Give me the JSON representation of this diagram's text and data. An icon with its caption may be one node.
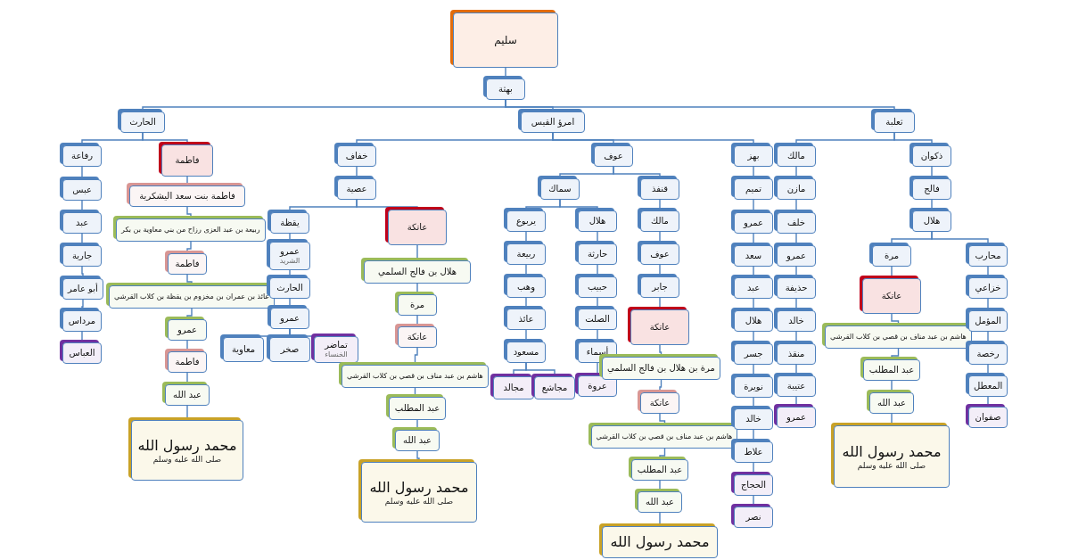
{
  "diagram": {
    "nodes": [
      {
        "text": [
          "سليم"
        ]
      },
      {
        "text": [
          "بهثة"
        ]
      },
      {
        "text": [
          "الحارث"
        ]
      },
      {
        "text": [
          "امرؤ القيس"
        ]
      },
      {
        "text": [
          "ثعلبة"
        ]
      },
      {
        "text": [
          "رفاعة"
        ]
      },
      {
        "text": [
          "عبس"
        ]
      },
      {
        "text": [
          "عبد"
        ]
      },
      {
        "text": [
          "جارية"
        ]
      },
      {
        "text": [
          "أبو عامر"
        ]
      },
      {
        "text": [
          "مرداس"
        ]
      },
      {
        "text": [
          "العباس"
        ]
      },
      {
        "text": [
          "فاطمة"
        ]
      },
      {
        "text": [
          "فاطمة بنت سعد اليشكرية"
        ]
      },
      {
        "text": [
          "ربيعة بن عبد العزى رزاح من بني معاوية بن بكر"
        ]
      },
      {
        "text": [
          "فاطمة"
        ]
      },
      {
        "text": [
          "عائذ بن عمران بن مخزوم بن يقظة بن كلاب القرشي"
        ]
      },
      {
        "text": [
          "عمرو"
        ]
      },
      {
        "text": [
          "فاطمة"
        ]
      },
      {
        "text": [
          "عبد الله"
        ]
      },
      {
        "text": [
          "محمد رسول الله",
          "صلى الله عليه وسلم"
        ]
      },
      {
        "text": [
          "خفاف"
        ]
      },
      {
        "text": [
          "عصية"
        ]
      },
      {
        "text": [
          "يقظة"
        ]
      },
      {
        "text": [
          "عمرو",
          "الشريد"
        ]
      },
      {
        "text": [
          "الحارث"
        ]
      },
      {
        "text": [
          "عمرو"
        ]
      },
      {
        "text": [
          "معاوية"
        ]
      },
      {
        "text": [
          "صخر"
        ]
      },
      {
        "text": [
          "تماضر",
          "الخنساء"
        ]
      },
      {
        "text": [
          "عاتكة"
        ]
      },
      {
        "text": [
          "هلال بن فالج السلمي"
        ]
      },
      {
        "text": [
          "مرة"
        ]
      },
      {
        "text": [
          "عاتكة"
        ]
      },
      {
        "text": [
          "هاشم بن عبد مناف بن قصي بن كلاب القرشي"
        ]
      },
      {
        "text": [
          "عبد المطلب"
        ]
      },
      {
        "text": [
          "عبد الله"
        ]
      },
      {
        "text": [
          "محمد رسول الله",
          "صلى الله عليه وسلم"
        ]
      },
      {
        "text": [
          "عوف"
        ]
      },
      {
        "text": [
          "سماك"
        ]
      },
      {
        "text": [
          "يربوع"
        ]
      },
      {
        "text": [
          "ربيعة"
        ]
      },
      {
        "text": [
          "وهب"
        ]
      },
      {
        "text": [
          "عائذ"
        ]
      },
      {
        "text": [
          "مسعود"
        ]
      },
      {
        "text": [
          "مجالد"
        ]
      },
      {
        "text": [
          "مجاشع"
        ]
      },
      {
        "text": [
          "هلال"
        ]
      },
      {
        "text": [
          "حارثة"
        ]
      },
      {
        "text": [
          "حبيب"
        ]
      },
      {
        "text": [
          "الصلت"
        ]
      },
      {
        "text": [
          "أسماء"
        ]
      },
      {
        "text": [
          "عروة"
        ]
      },
      {
        "text": [
          "قنفذ"
        ]
      },
      {
        "text": [
          "مالك"
        ]
      },
      {
        "text": [
          "عوف"
        ]
      },
      {
        "text": [
          "جابر"
        ]
      },
      {
        "text": [
          "عاتكة"
        ]
      },
      {
        "text": [
          "مرة بن هلال بن فالج السلمي"
        ]
      },
      {
        "text": [
          "عاتكة"
        ]
      },
      {
        "text": [
          "هاشم بن عبد مناف بن قصي بن كلاب القرشي"
        ]
      },
      {
        "text": [
          "عبد المطلب"
        ]
      },
      {
        "text": [
          "عبد الله"
        ]
      },
      {
        "text": [
          "محمد رسول الله"
        ]
      },
      {
        "text": [
          "بهز"
        ]
      },
      {
        "text": [
          "تميم"
        ]
      },
      {
        "text": [
          "عمرو"
        ]
      },
      {
        "text": [
          "سعد"
        ]
      },
      {
        "text": [
          "عبد"
        ]
      },
      {
        "text": [
          "هلال"
        ]
      },
      {
        "text": [
          "جسر"
        ]
      },
      {
        "text": [
          "نويرة"
        ]
      },
      {
        "text": [
          "خالد"
        ]
      },
      {
        "text": [
          "علاط"
        ]
      },
      {
        "text": [
          "الحجاج"
        ]
      },
      {
        "text": [
          "نصر"
        ]
      },
      {
        "text": [
          "مالك"
        ]
      },
      {
        "text": [
          "مازن"
        ]
      },
      {
        "text": [
          "خلف"
        ]
      },
      {
        "text": [
          "عمرو"
        ]
      },
      {
        "text": [
          "حذيفة"
        ]
      },
      {
        "text": [
          "خالد"
        ]
      },
      {
        "text": [
          "منقذ"
        ]
      },
      {
        "text": [
          "عتيبة"
        ]
      },
      {
        "text": [
          "عمرو"
        ]
      },
      {
        "text": [
          "ذكوان"
        ]
      },
      {
        "text": [
          "فالج"
        ]
      },
      {
        "text": [
          "هلال"
        ]
      },
      {
        "text": [
          "مرة"
        ]
      },
      {
        "text": [
          "عاتكة"
        ]
      },
      {
        "text": [
          "هاشم بن عبد مناف بن قصي بن كلاب القرشي"
        ]
      },
      {
        "text": [
          "عبد المطلب"
        ]
      },
      {
        "text": [
          "عبد الله"
        ]
      },
      {
        "text": [
          "محمد رسول الله",
          "صلى الله عليه وسلم"
        ]
      },
      {
        "text": [
          "محارب"
        ]
      },
      {
        "text": [
          "خزاعي"
        ]
      },
      {
        "text": [
          "المؤمل"
        ]
      },
      {
        "text": [
          "رخصة"
        ]
      },
      {
        "text": [
          "المعطل"
        ]
      },
      {
        "text": [
          "صفوان"
        ]
      }
    ],
    "edges": [
      {
        "from": 0,
        "to": 1,
        "arrow": "none"
      },
      {
        "from": 1,
        "to": 2,
        "arrow": "none"
      },
      {
        "from": 1,
        "to": 3,
        "arrow": "none"
      },
      {
        "from": 1,
        "to": 4,
        "arrow": "none"
      },
      {
        "from": 2,
        "to": 5,
        "arrow": "none"
      },
      {
        "from": 5,
        "to": 6,
        "arrow": "none"
      },
      {
        "from": 6,
        "to": 7,
        "arrow": "none"
      },
      {
        "from": 7,
        "to": 8,
        "arrow": "none"
      },
      {
        "from": 8,
        "to": 9,
        "arrow": "none"
      },
      {
        "from": 9,
        "to": 10,
        "arrow": "none"
      },
      {
        "from": 10,
        "to": 11,
        "arrow": "none"
      },
      {
        "from": 2,
        "to": 12,
        "arrow": "none"
      },
      {
        "from": 12,
        "to": 13,
        "arrow": "none"
      },
      {
        "from": 13,
        "to": 14,
        "arrow": "none"
      },
      {
        "from": 14,
        "to": 15,
        "arrow": "none"
      },
      {
        "from": 15,
        "to": 16,
        "arrow": "none"
      },
      {
        "from": 16,
        "to": 17,
        "arrow": "none"
      },
      {
        "from": 17,
        "to": 18,
        "arrow": "none"
      },
      {
        "from": 18,
        "to": 19,
        "arrow": "none"
      },
      {
        "from": 19,
        "to": 20,
        "arrow": "none"
      },
      {
        "from": 3,
        "to": 21,
        "arrow": "none"
      },
      {
        "from": 21,
        "to": 22,
        "arrow": "none"
      },
      {
        "from": 22,
        "to": 23,
        "arrow": "none"
      },
      {
        "from": 23,
        "to": 24,
        "arrow": "none"
      },
      {
        "from": 24,
        "to": 25,
        "arrow": "none"
      },
      {
        "from": 25,
        "to": 26,
        "arrow": "none"
      },
      {
        "from": 26,
        "to": 27,
        "arrow": "none"
      },
      {
        "from": 26,
        "to": 28,
        "arrow": "none"
      },
      {
        "from": 26,
        "to": 29,
        "arrow": "none"
      },
      {
        "from": 22,
        "to": 30,
        "arrow": "none"
      },
      {
        "from": 30,
        "to": 31,
        "arrow": "none"
      },
      {
        "from": 31,
        "to": 32,
        "arrow": "none"
      },
      {
        "from": 32,
        "to": 33,
        "arrow": "none"
      },
      {
        "from": 33,
        "to": 34,
        "arrow": "none"
      },
      {
        "from": 34,
        "to": 35,
        "arrow": "none"
      },
      {
        "from": 35,
        "to": 36,
        "arrow": "none"
      },
      {
        "from": 36,
        "to": 37,
        "arrow": "none"
      },
      {
        "from": 3,
        "to": 38,
        "arrow": "none"
      },
      {
        "from": 38,
        "to": 39,
        "arrow": "none"
      },
      {
        "from": 39,
        "to": 40,
        "arrow": "none"
      },
      {
        "from": 40,
        "to": 41,
        "arrow": "none"
      },
      {
        "from": 41,
        "to": 42,
        "arrow": "none"
      },
      {
        "from": 42,
        "to": 43,
        "arrow": "none"
      },
      {
        "from": 43,
        "to": 44,
        "arrow": "none"
      },
      {
        "from": 44,
        "to": 45,
        "arrow": "none"
      },
      {
        "from": 44,
        "to": 46,
        "arrow": "none"
      },
      {
        "from": 39,
        "to": 47,
        "arrow": "none"
      },
      {
        "from": 47,
        "to": 48,
        "arrow": "none"
      },
      {
        "from": 48,
        "to": 49,
        "arrow": "none"
      },
      {
        "from": 49,
        "to": 50,
        "arrow": "none"
      },
      {
        "from": 50,
        "to": 51,
        "arrow": "none"
      },
      {
        "from": 51,
        "to": 52,
        "arrow": "none"
      },
      {
        "from": 38,
        "to": 53,
        "arrow": "none"
      },
      {
        "from": 53,
        "to": 54,
        "arrow": "none"
      },
      {
        "from": 54,
        "to": 55,
        "arrow": "none"
      },
      {
        "from": 55,
        "to": 56,
        "arrow": "none"
      },
      {
        "from": 56,
        "to": 57,
        "arrow": "none"
      },
      {
        "from": 57,
        "to": 58,
        "arrow": "none"
      },
      {
        "from": 58,
        "to": 59,
        "arrow": "none"
      },
      {
        "from": 59,
        "to": 60,
        "arrow": "none"
      },
      {
        "from": 60,
        "to": 61,
        "arrow": "none"
      },
      {
        "from": 61,
        "to": 62,
        "arrow": "none"
      },
      {
        "from": 62,
        "to": 63,
        "arrow": "none"
      },
      {
        "from": 3,
        "to": 64,
        "arrow": "none"
      },
      {
        "from": 64,
        "to": 65,
        "arrow": "none"
      },
      {
        "from": 65,
        "to": 66,
        "arrow": "none"
      },
      {
        "from": 66,
        "to": 67,
        "arrow": "none"
      },
      {
        "from": 67,
        "to": 68,
        "arrow": "none"
      },
      {
        "from": 68,
        "to": 69,
        "arrow": "none"
      },
      {
        "from": 69,
        "to": 70,
        "arrow": "none"
      },
      {
        "from": 70,
        "to": 71,
        "arrow": "none"
      },
      {
        "from": 71,
        "to": 72,
        "arrow": "none"
      },
      {
        "from": 72,
        "to": 73,
        "arrow": "none"
      },
      {
        "from": 73,
        "to": 74,
        "arrow": "none"
      },
      {
        "from": 74,
        "to": 75,
        "arrow": "none"
      },
      {
        "from": 4,
        "to": 76,
        "arrow": "none"
      },
      {
        "from": 76,
        "to": 77,
        "arrow": "none"
      },
      {
        "from": 77,
        "to": 78,
        "arrow": "none"
      },
      {
        "from": 78,
        "to": 79,
        "arrow": "none"
      },
      {
        "from": 79,
        "to": 80,
        "arrow": "none"
      },
      {
        "from": 80,
        "to": 81,
        "arrow": "none"
      },
      {
        "from": 81,
        "to": 82,
        "arrow": "none"
      },
      {
        "from": 82,
        "to": 83,
        "arrow": "none"
      },
      {
        "from": 83,
        "to": 84,
        "arrow": "none"
      },
      {
        "from": 4,
        "to": 85,
        "arrow": "none"
      },
      {
        "from": 85,
        "to": 86,
        "arrow": "none"
      },
      {
        "from": 86,
        "to": 87,
        "arrow": "none"
      },
      {
        "from": 87,
        "to": 88,
        "arrow": "none"
      },
      {
        "from": 88,
        "to": 89,
        "arrow": "none"
      },
      {
        "from": 89,
        "to": 90,
        "arrow": "none"
      },
      {
        "from": 90,
        "to": 91,
        "arrow": "none"
      },
      {
        "from": 91,
        "to": 92,
        "arrow": "none"
      },
      {
        "from": 92,
        "to": 93,
        "arrow": "none"
      },
      {
        "from": 87,
        "to": 94,
        "arrow": "none"
      },
      {
        "from": 94,
        "to": 95,
        "arrow": "none"
      },
      {
        "from": 95,
        "to": 96,
        "arrow": "none"
      },
      {
        "from": 96,
        "to": 97,
        "arrow": "none"
      },
      {
        "from": 97,
        "to": 98,
        "arrow": "none"
      },
      {
        "from": 98,
        "to": 99,
        "arrow": "none"
      }
    ]
  }
}
